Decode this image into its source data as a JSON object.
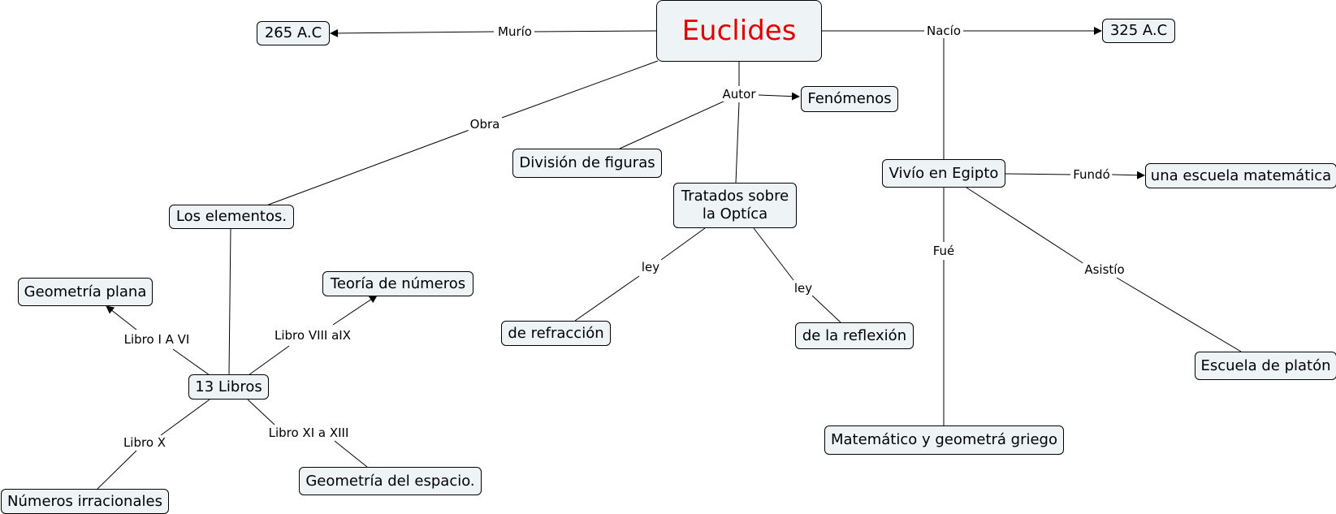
{
  "colors": {
    "title": "#e00000",
    "node_fill": "#eef3f6",
    "line": "#000000"
  },
  "nodes": {
    "euclides": "Euclides",
    "murio_fecha": "265 A.C",
    "nacio_fecha": "325 A.C",
    "fenomenos": "Fenómenos",
    "division": "División de figuras",
    "tratados": "Tratados sobre la Optíca",
    "vivio": "Vivío en Egipto",
    "escuela_mat": "una escuela matemática",
    "elementos": "Los elementos.",
    "teoria": "Teoría de números",
    "geo_plana": "Geometría plana",
    "libros13": "13 Libros",
    "refraccion": "de refracción",
    "reflexion": "de la reflexión",
    "platon": "Escuela de platón",
    "matematico": "Matemático y geometrá griego",
    "geo_espacio": "Geometría del espacio.",
    "irracionales": "Números irracionales"
  },
  "links": {
    "murio": "Murío",
    "nacio": "Nacío",
    "obra": "Obra",
    "autor": "Autor",
    "fundo": "Fundó",
    "ley1": "ley",
    "ley2": "ley",
    "fue": "Fué",
    "asistio": "Asistío",
    "libro_i_vi": "Libro I A VI",
    "libro_viii_ix": "Libro VIII aIX",
    "libro_x": "Libro X",
    "libro_xi_xiii": "Libro XI a XIII"
  }
}
